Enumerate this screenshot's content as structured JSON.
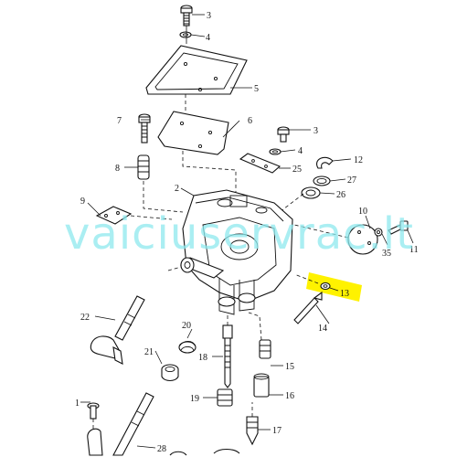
{
  "diagram": {
    "watermark": "vaiciuservrac.lt",
    "highlight_color": "#fff200",
    "watermark_color": "#8ee9ee",
    "labels": {
      "p1": "1",
      "p2": "2",
      "p3a": "3",
      "p3b": "3",
      "p4a": "4",
      "p4b": "4",
      "p5": "5",
      "p6": "6",
      "p7": "7",
      "p8": "8",
      "p9": "9",
      "p10": "10",
      "p11": "11",
      "p12": "12",
      "p13": "13",
      "p14": "14",
      "p15": "15",
      "p16": "16",
      "p17": "17",
      "p18": "18",
      "p19": "19",
      "p20": "20",
      "p21": "21",
      "p22": "22",
      "p25": "25",
      "p26": "26",
      "p27": "27",
      "p28": "28",
      "p35": "35"
    }
  }
}
